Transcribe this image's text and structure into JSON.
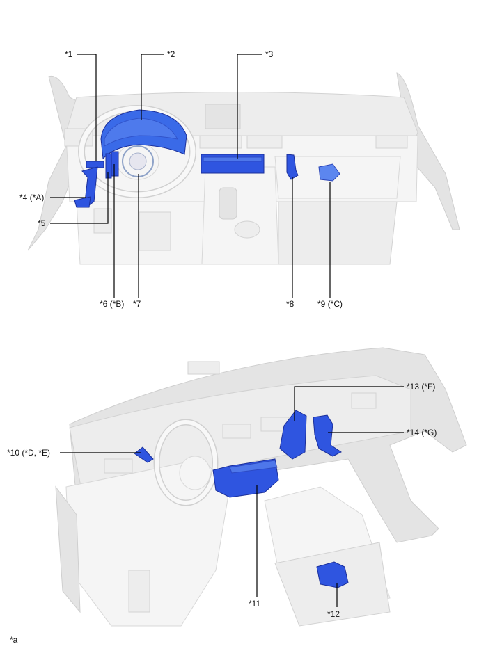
{
  "figure": {
    "id_label": "*a",
    "top_view": {
      "callouts": [
        {
          "id": "1",
          "text": "*1"
        },
        {
          "id": "2",
          "text": "*2"
        },
        {
          "id": "3",
          "text": "*3"
        },
        {
          "id": "4",
          "text": "*4 (*A)"
        },
        {
          "id": "5",
          "text": "*5"
        },
        {
          "id": "6",
          "text": "*6 (*B)"
        },
        {
          "id": "7",
          "text": "*7"
        },
        {
          "id": "8",
          "text": "*8"
        },
        {
          "id": "9",
          "text": "*9 (*C)"
        }
      ]
    },
    "bottom_view": {
      "callouts": [
        {
          "id": "10",
          "text": "*10 (*D, *E)"
        },
        {
          "id": "11",
          "text": "*11"
        },
        {
          "id": "12",
          "text": "*12"
        },
        {
          "id": "13",
          "text": "*13 (*F)"
        },
        {
          "id": "14",
          "text": "*14 (*G)"
        }
      ]
    },
    "colors": {
      "highlight_part": "#2f55e0",
      "interior": "#ededed",
      "leader_line": "#000000"
    }
  }
}
